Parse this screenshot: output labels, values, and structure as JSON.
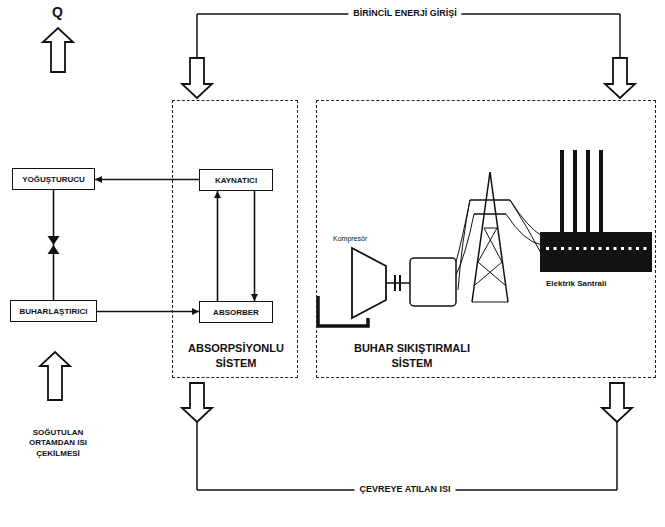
{
  "diagram": {
    "nodes": [
      {
        "text": [
          "YOĞUŞTURUCU"
        ]
      },
      {
        "text": [
          "ABSORPSİYONLU SİSTEM"
        ]
      },
      {
        "text": [
          "KAYNATICI"
        ],
        "in": 1
      },
      {
        "text": [
          "BUHARLAŞTIRICI"
        ]
      },
      {
        "text": [
          "ABSORBER"
        ],
        "in": 1
      },
      {
        "text": [
          "BUHAR SIKIŞTIRMALI SİSTEM"
        ]
      }
    ],
    "edges": [
      {
        "from": 2,
        "to": 0,
        "arrow": "to"
      },
      {
        "from": 0,
        "to": 3,
        "arrow": "none"
      },
      {
        "from": 3,
        "to": 4,
        "arrow": "to"
      },
      {
        "from": 4,
        "to": 2,
        "arrow": "to"
      },
      {
        "from": 2,
        "to": 4,
        "arrow": "to"
      }
    ],
    "labels": [
      "BİRİNCİL ENERJİ GİRİŞİ",
      "Q",
      "Kompresör",
      "Elektrik Santrali",
      "SOĞUTULAN ORTAMDAN ISI ÇEKİLMESİ",
      "ÇEVREYE ATILAN ISI"
    ]
  }
}
